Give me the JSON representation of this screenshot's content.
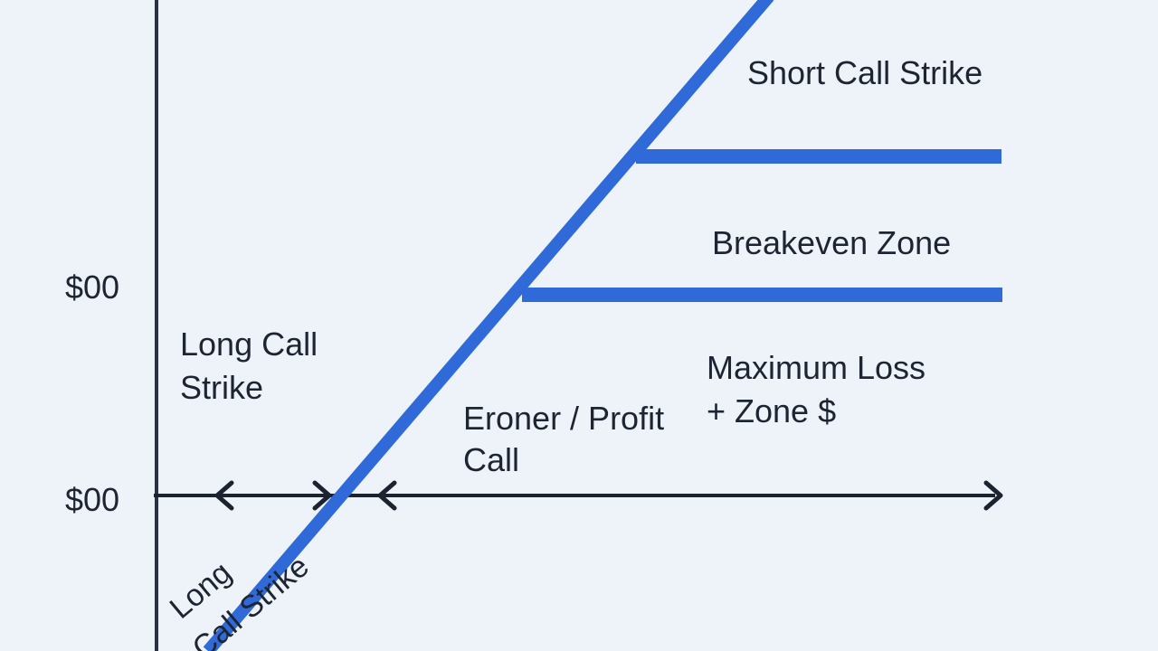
{
  "y_axis": {
    "tick_labels": [
      "$00",
      "$00"
    ]
  },
  "labels": {
    "short_call_strike": "Short Call Strike",
    "breakeven_zone": "Breakeven Zone",
    "maximum_loss_zone_line1": "Maximum Loss",
    "maximum_loss_zone_line2": "+ Zone $",
    "long_call_strike_line1": "Long Call",
    "long_call_strike_line2": "Strike",
    "eroner_profit_line1": "Eroner / Profit",
    "eroner_profit_line2": "Call",
    "rotated_line1": "Long",
    "rotated_line2": "Call Strike"
  },
  "colors": {
    "background": "#eef3fa",
    "payoff_line": "#2f6ad8",
    "axis": "#1c2330"
  }
}
